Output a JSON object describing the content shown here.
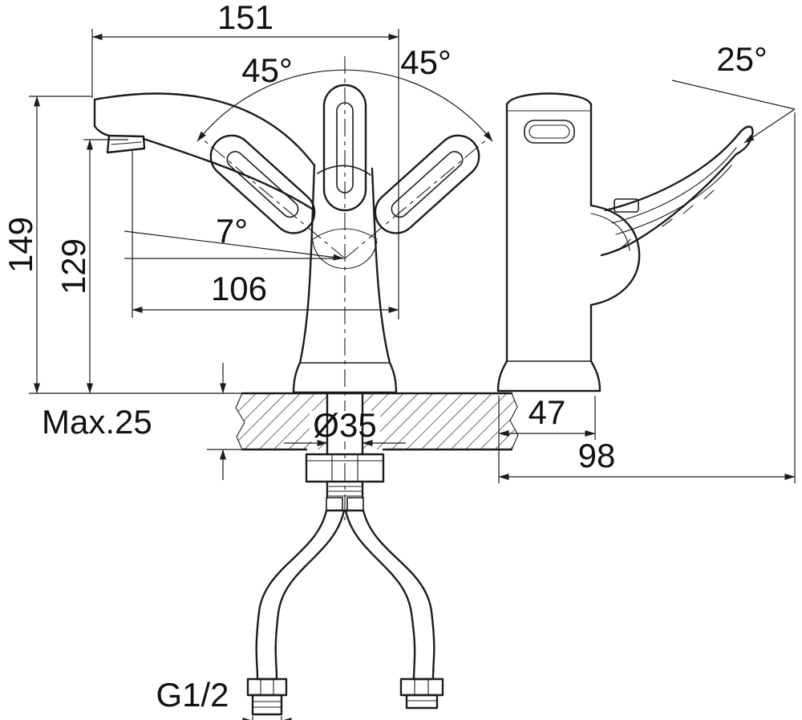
{
  "page": {
    "title": "Basin mixer faucet — installation dimension drawing",
    "background": "#ffffff",
    "line_color": "#1c1c1c",
    "views_shown": [
      "front view with mounting hardware and supply hoses",
      "side view"
    ]
  },
  "views": {
    "front": {
      "name": "front-view",
      "labels": {
        "spout_span": "151",
        "swing_left": "45°",
        "swing_right": "45°",
        "height_total": "149",
        "height_to_spout": "129",
        "spout_tilt": "7°",
        "spout_reach": "106",
        "deck_max": "Max.25",
        "hole_dia": "Ø35",
        "thread": "G1/2"
      }
    },
    "side": {
      "name": "side-view",
      "labels": {
        "handle_tilt": "25°",
        "body_width": "47",
        "overall_depth": "98"
      }
    }
  }
}
